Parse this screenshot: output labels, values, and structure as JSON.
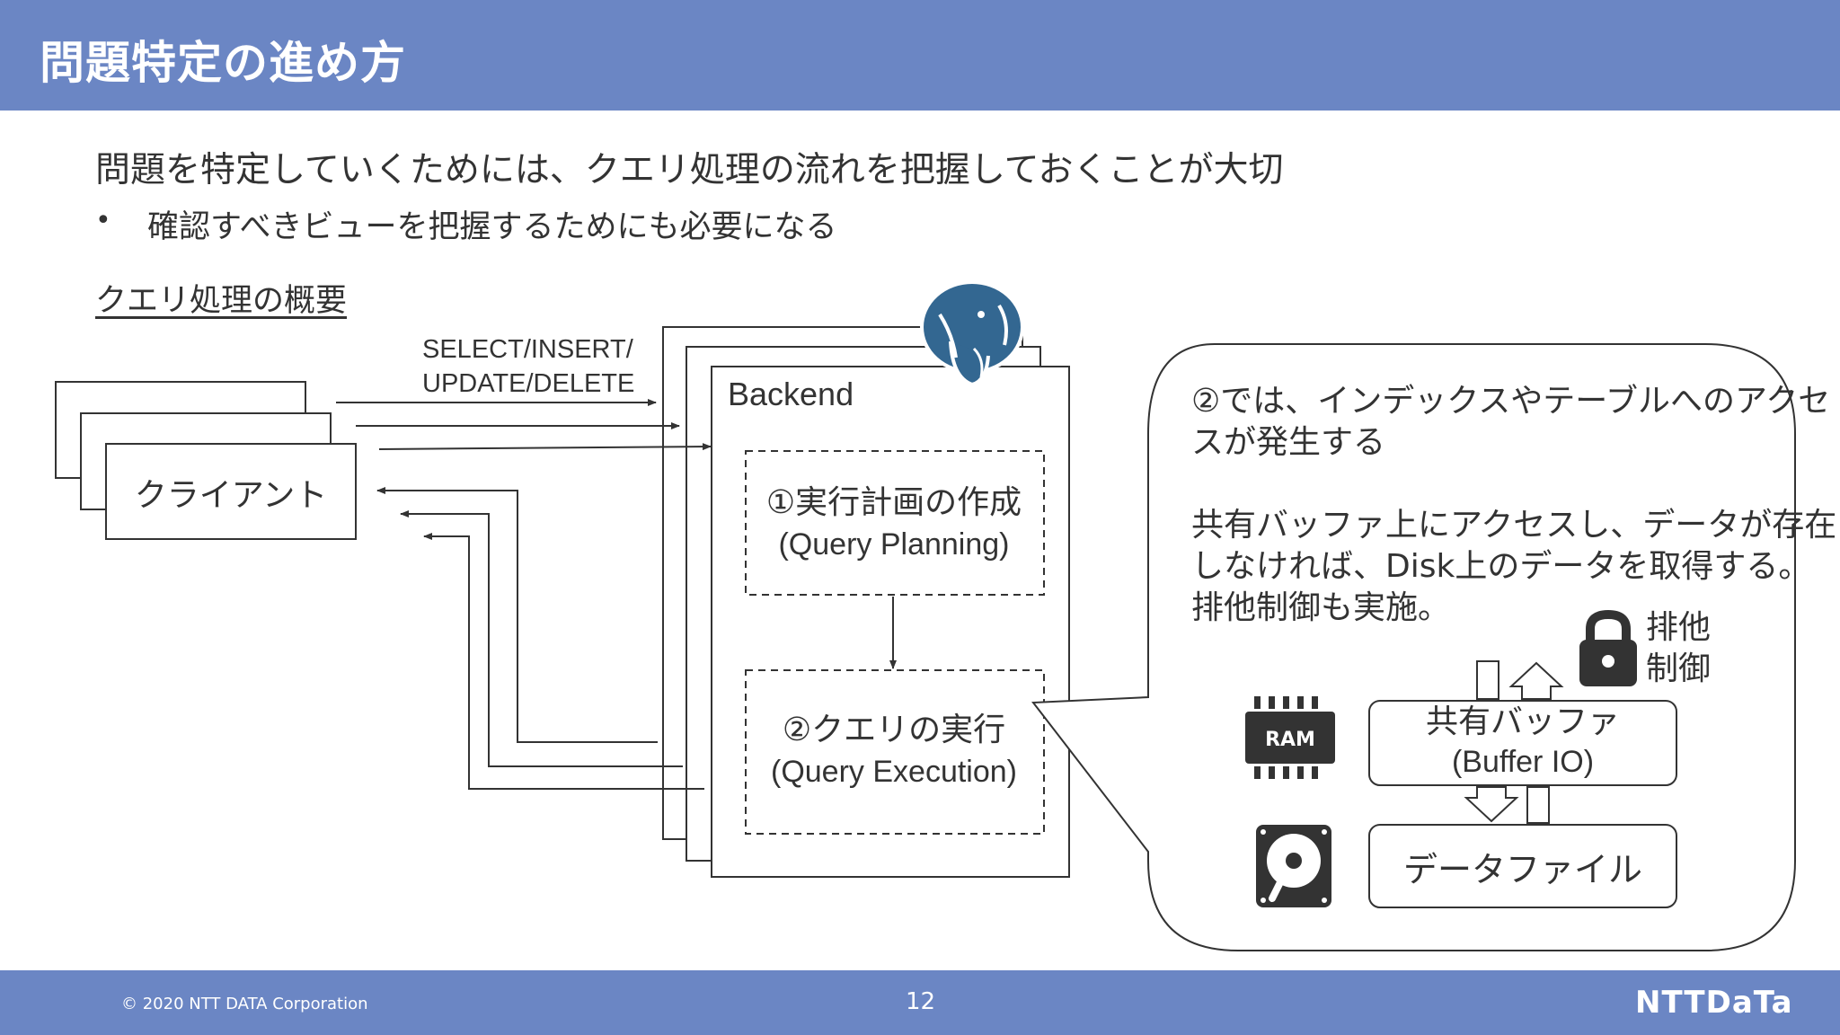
{
  "header": {
    "title": "問題特定の進め方"
  },
  "intro": {
    "lead": "問題を特定していくためには、クエリ処理の流れを把握しておくことが大切",
    "bullet_marker": "•",
    "bullet": "確認すべきビューを把握するためにも必要になる"
  },
  "section": {
    "title": "クエリ処理の概要"
  },
  "diagram": {
    "query_types_line1": "SELECT/INSERT/",
    "query_types_line2": "UPDATE/DELETE",
    "client_label": "クライアント",
    "backend_label": "Backend",
    "step1_line1": "①実行計画の作成",
    "step1_line2": "(Query Planning)",
    "step2_line1": "②クエリの実行",
    "step2_line2": "(Query Execution)",
    "logo_icon": "postgresql-elephant-icon"
  },
  "callout": {
    "line1": "②では、インデックスやテーブルへのアクセ",
    "line2": "スが発生する",
    "line3": "共有バッファ上にアクセスし、データが存在",
    "line4": "しなければ、Disk上のデータを取得する。",
    "line5": "排他制御も実施。",
    "lock_label_line1": "排他",
    "lock_label_line2": "制御",
    "ram_label": "RAM",
    "buffer_line1": "共有バッファ",
    "buffer_line2": "(Buffer IO)",
    "datafile_label": "データファイル"
  },
  "footer": {
    "copyright": "© 2020 NTT DATA Corporation",
    "page_number": "12",
    "brand": "NTTDaTa"
  },
  "colors": {
    "header_bg": "#6b86c4",
    "stroke": "#333333",
    "logo_blue": "#336791"
  }
}
